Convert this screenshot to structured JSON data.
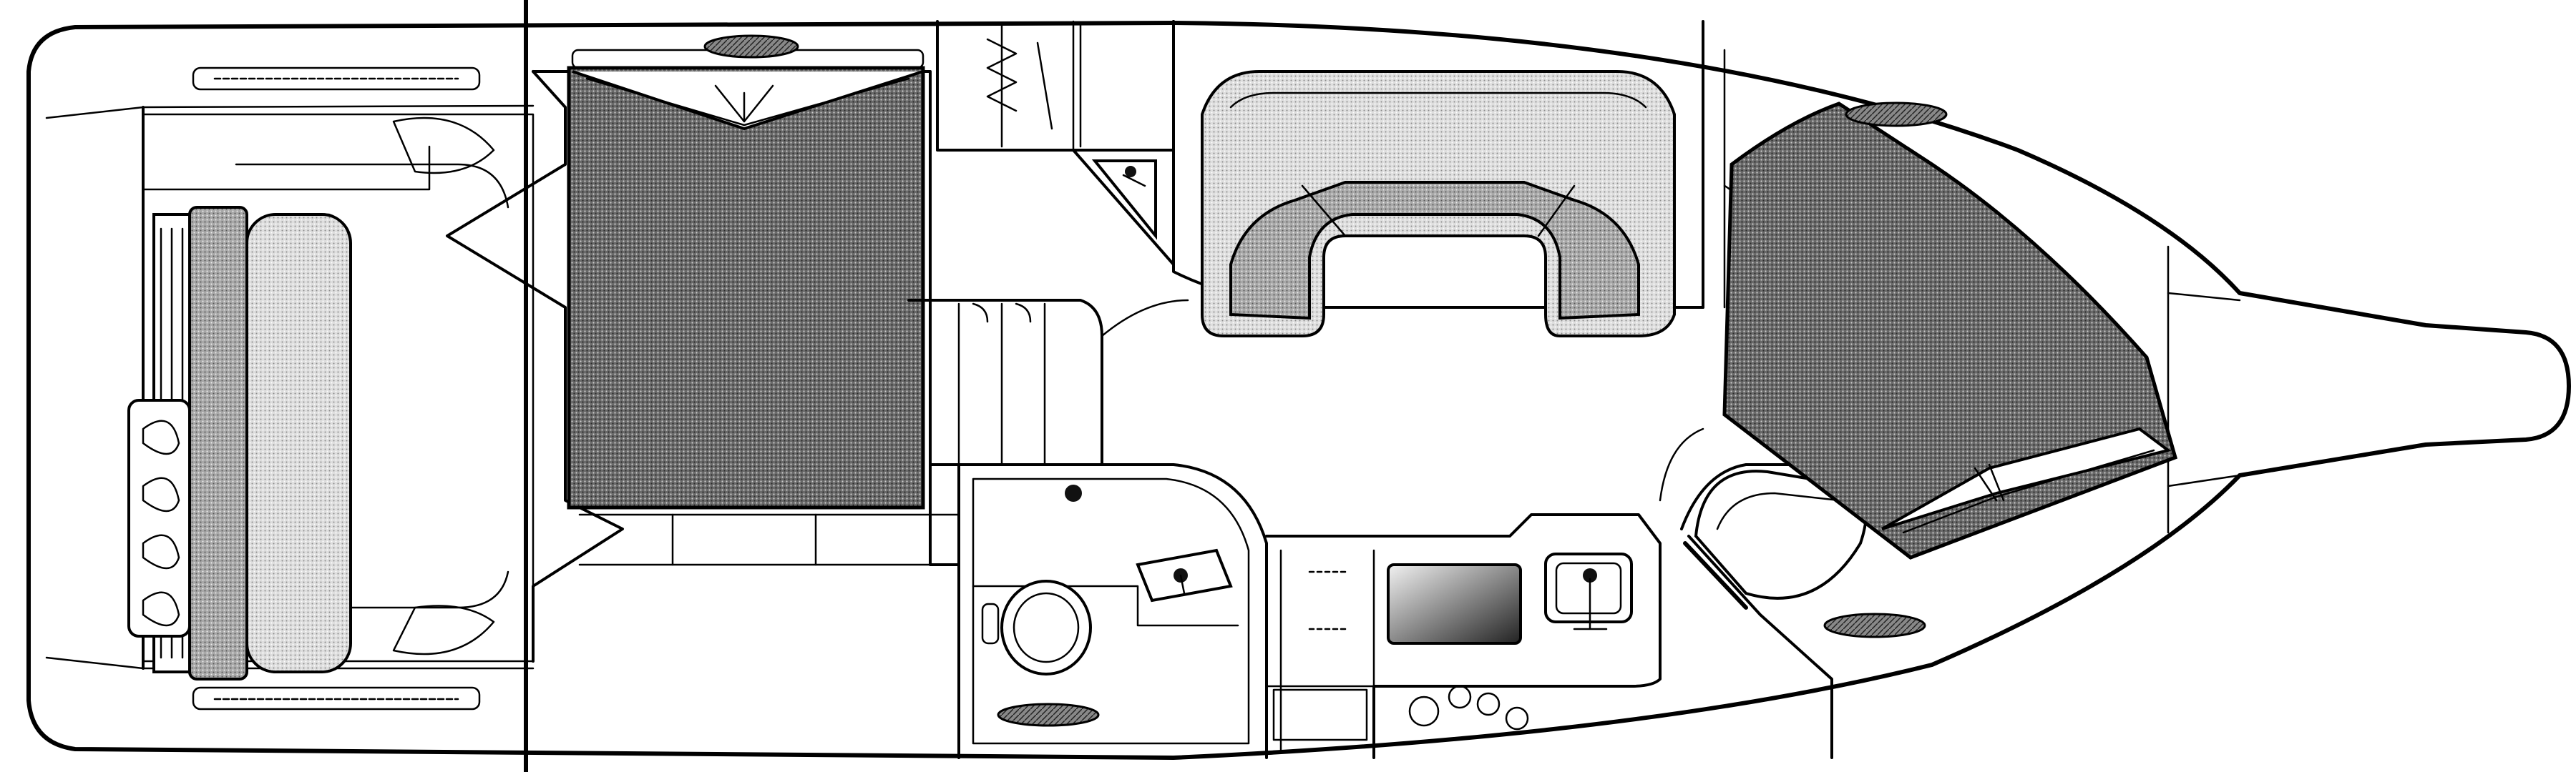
{
  "diagram": {
    "type": "boat-deck-floorplan",
    "orientation": "stern-left-bow-right",
    "colors": {
      "ink": "#000000",
      "background": "#ffffff",
      "fabric_dark": "#5a5a5a",
      "fabric_light": "#cfcfcf"
    },
    "areas": [
      "cockpit",
      "aft-cabin-berth",
      "head",
      "galley",
      "dinette",
      "v-berth",
      "bow-pulpit"
    ],
    "fixtures": [
      "helm-seat",
      "engine-hatch",
      "aft-berth-mattress",
      "head-toilet",
      "head-sink",
      "galley-sink",
      "galley-stove",
      "galley-microwave",
      "dinette-seat",
      "forward-berth-mattress",
      "hatch-skylight-x5"
    ]
  }
}
